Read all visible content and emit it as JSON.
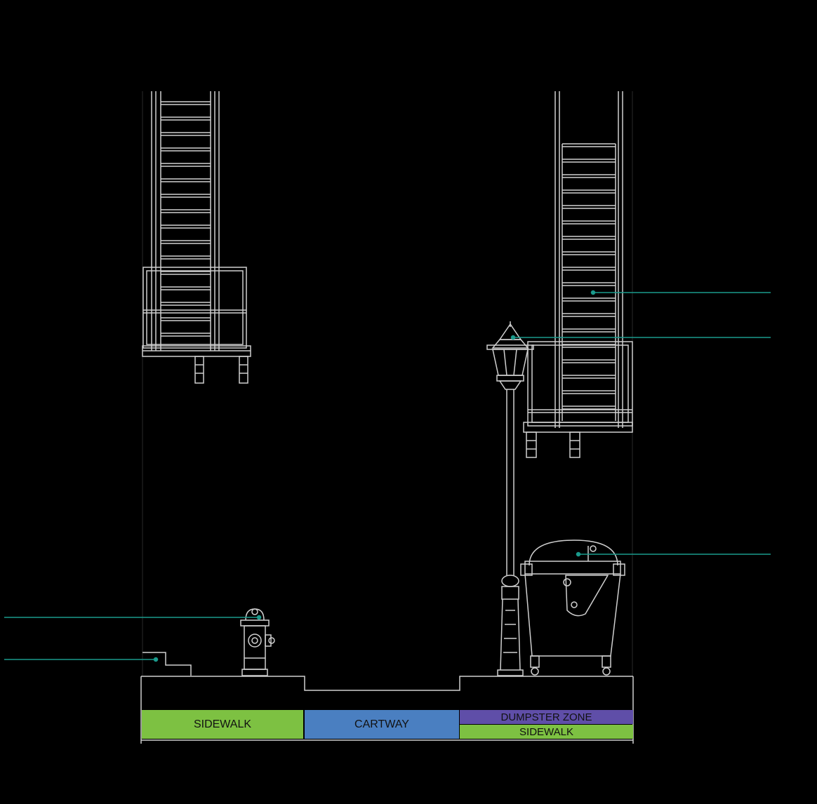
{
  "colors": {
    "background": "#000000",
    "linework": "#cfcfcf",
    "leader": "#1a9a8c",
    "sidewalk": "#7dc142",
    "cartway": "#4a7fc1",
    "dumpster_zone": "#5f4ea8"
  },
  "zones": {
    "sidewalk_left": "SIDEWALK",
    "cartway": "CARTWAY",
    "dumpster_zone": "DUMPSTER ZONE",
    "sidewalk_right": "SIDEWALK"
  },
  "elements": [
    "fire-escape-ladder",
    "street-lamp",
    "dumpster",
    "fire-hydrant",
    "entry-steps"
  ]
}
